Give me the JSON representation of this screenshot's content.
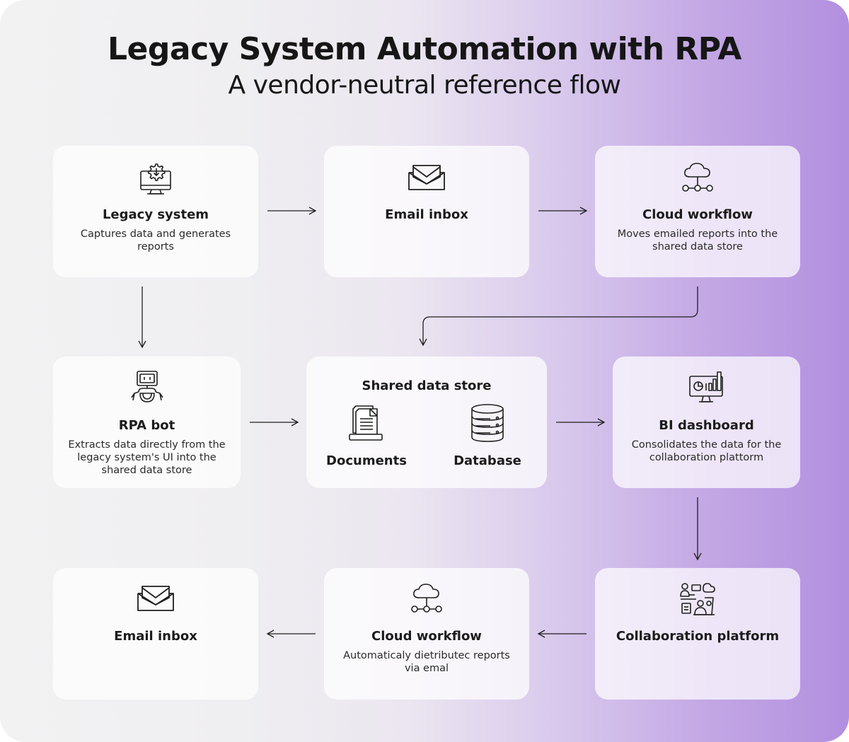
{
  "header": {
    "title": "Legacy System Automation with RPA",
    "subtitle": "A vendor-neutral reference flow"
  },
  "nodes": {
    "legacy_system": {
      "icon": "monitor-gear-icon",
      "title": "Legacy system",
      "desc_line1": "Captures data and generates",
      "desc_line2": "reports"
    },
    "email_inbox_top": {
      "icon": "envelope-icon",
      "title": "Email inbox"
    },
    "cloud_workflow_top": {
      "icon": "cloud-network-icon",
      "title": "Cloud workflow",
      "desc_line1": "Moves emailed reports into the",
      "desc_line2": "shared data store"
    },
    "rpa_bot": {
      "icon": "robot-icon",
      "title": "RPA bot",
      "desc_line1": "Extracts data directly from the",
      "desc_line2": "legacy system's UI into the",
      "desc_line3": "shared data store"
    },
    "shared_data_store": {
      "title": "Shared data store",
      "documents": {
        "icon": "document-tray-icon",
        "label": "Documents"
      },
      "database": {
        "icon": "database-icon",
        "label": "Database"
      }
    },
    "bi_dashboard": {
      "icon": "dashboard-chart-icon",
      "title": "BI dashboard",
      "desc_line1": "Consolidates the data for the",
      "desc_line2": "collaboration plattorm"
    },
    "collaboration_platform": {
      "icon": "team-collaboration-icon",
      "title": "Collaboration platform"
    },
    "cloud_workflow_bottom": {
      "icon": "cloud-network-icon",
      "title": "Cloud workflow",
      "desc_line1": "Automaticaly dietributec reports",
      "desc_line2": "via emal"
    },
    "email_inbox_bottom": {
      "icon": "envelope-icon",
      "title": "Email inbox"
    }
  },
  "colors": {
    "stroke": "#1f1f1f",
    "card": "#ffffff",
    "accent": "#b28fdf"
  }
}
